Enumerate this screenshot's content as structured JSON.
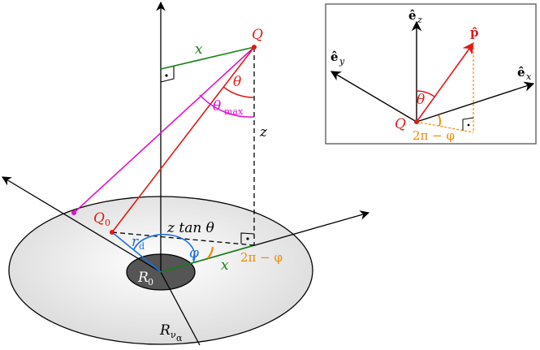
{
  "colors": {
    "black": "#000000",
    "red": "#e01818",
    "green": "#168016",
    "blue": "#1a6fe0",
    "magenta": "#e010d0",
    "orange": "#f08a00",
    "disk_light": "#f3f3f3",
    "disk_dark": "#555555"
  },
  "main": {
    "Q": "Q",
    "x_top": "x",
    "theta": "θ",
    "theta_max": "θ",
    "theta_max_sub": "max",
    "z": "z",
    "z_tan_theta": "z tan θ",
    "Q0": "Q",
    "Q0_sub": "0",
    "r_d": "r",
    "r_d_sub": "d",
    "phi": "φ",
    "two_pi_minus_phi": "2π − φ",
    "x_bottom": "x",
    "R0": "R",
    "R0_sub": "0",
    "R_nu": "R",
    "R_nu_sub": "ν",
    "R_nu_subsub": "α"
  },
  "inset": {
    "ez": "ê",
    "ez_sub": "z",
    "ey": "ê",
    "ey_sub": "y",
    "ex": "ê",
    "ex_sub": "x",
    "p": "p̂",
    "theta": "θ",
    "Q": "Q",
    "two_pi_minus_phi": "2π − φ"
  }
}
